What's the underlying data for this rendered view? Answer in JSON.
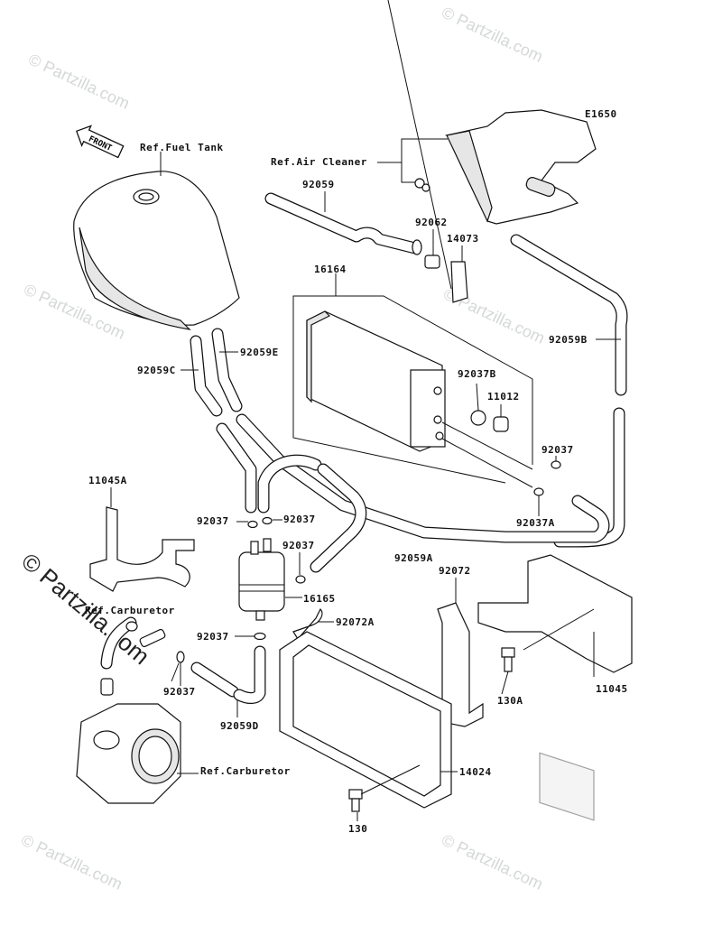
{
  "diagram_code": "E1650",
  "front_arrow": "FRONT",
  "watermark": "© Partzilla.com",
  "refs": {
    "fuel_tank": "Ref.Fuel Tank",
    "air_cleaner": "Ref.Air Cleaner",
    "carburetor_upper": "Ref.Carburetor",
    "carburetor_lower": "Ref.Carburetor"
  },
  "parts": [
    "92059",
    "92062",
    "14073",
    "16164",
    "92059B",
    "92059E",
    "92059C",
    "92037B",
    "11012",
    "92037",
    "11045A",
    "92037A",
    "92037",
    "92037",
    "92037",
    "92059A",
    "92072",
    "16165",
    "92072A",
    "92037",
    "130A",
    "11045",
    "92037",
    "92059D",
    "14024",
    "130"
  ]
}
